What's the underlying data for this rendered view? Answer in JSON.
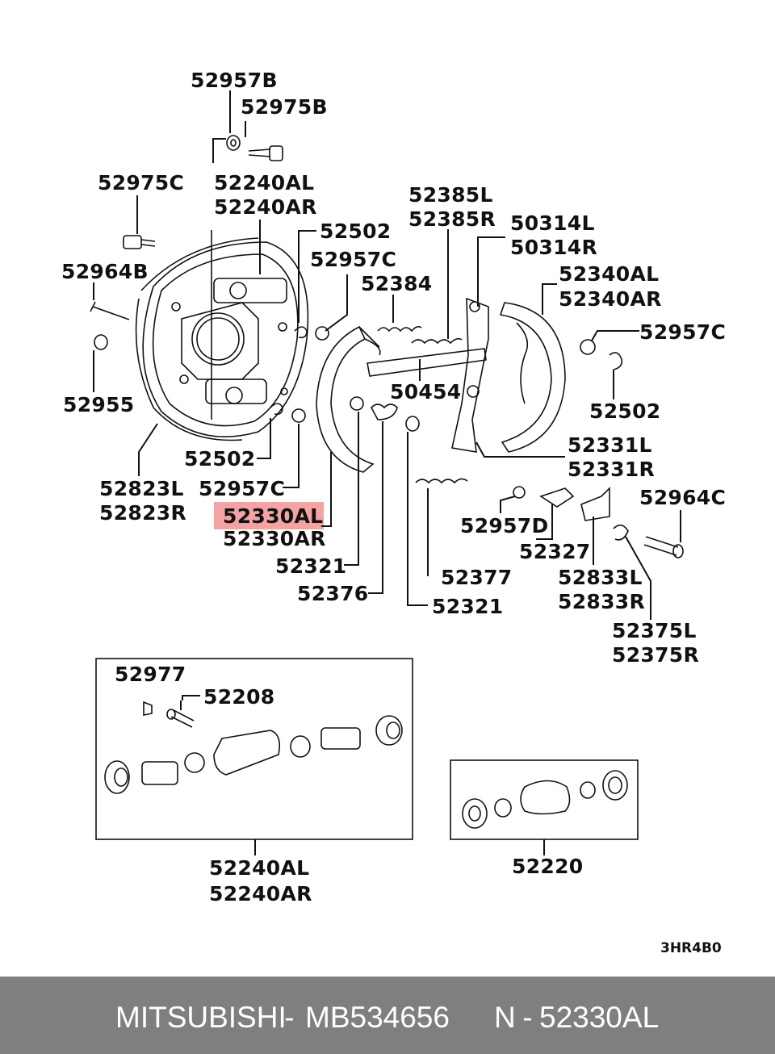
{
  "diagram": {
    "highlight_color": "#f4a3a3",
    "diagram_code": "3HR4B0",
    "labels": {
      "l52957B": "52957B",
      "l52975B": "52975B",
      "l52975C": "52975C",
      "l52240AL_top": "52240AL",
      "l52240AR_top": "52240AR",
      "l52502_top": "52502",
      "l52957C_mid": "52957C",
      "l52385L": "52385L",
      "l52385R": "52385R",
      "l50314L": "50314L",
      "l50314R": "50314R",
      "l52340AL": "52340AL",
      "l52340AR": "52340AR",
      "l52964B": "52964B",
      "l52384": "52384",
      "l52957C_right": "52957C",
      "l50454": "50454",
      "l52502_right": "52502",
      "l52955": "52955",
      "l52331L": "52331L",
      "l52331R": "52331R",
      "l52502_bottom": "52502",
      "l52823L": "52823L",
      "l52823R": "52823R",
      "l52957C_bottom": "52957C",
      "l52964C": "52964C",
      "l52330AL": "52330AL",
      "l52330AR": "52330AR",
      "l52957D": "52957D",
      "l52327": "52327",
      "l52321_left": "52321",
      "l52377": "52377",
      "l52833L": "52833L",
      "l52833R": "52833R",
      "l52376": "52376",
      "l52321_right": "52321",
      "l52375L": "52375L",
      "l52375R": "52375R",
      "l52977": "52977",
      "l52208": "52208",
      "l52240AL_bottom": "52240AL",
      "l52240AR_bottom": "52240AR",
      "l52220": "52220"
    }
  },
  "footer": {
    "brand": "MITSUBISHI",
    "sep1": " - ",
    "part_number": "MB534656",
    "prefix": "N",
    "sep2": " - ",
    "ref": "52330AL",
    "background": "#7f7f7f"
  }
}
